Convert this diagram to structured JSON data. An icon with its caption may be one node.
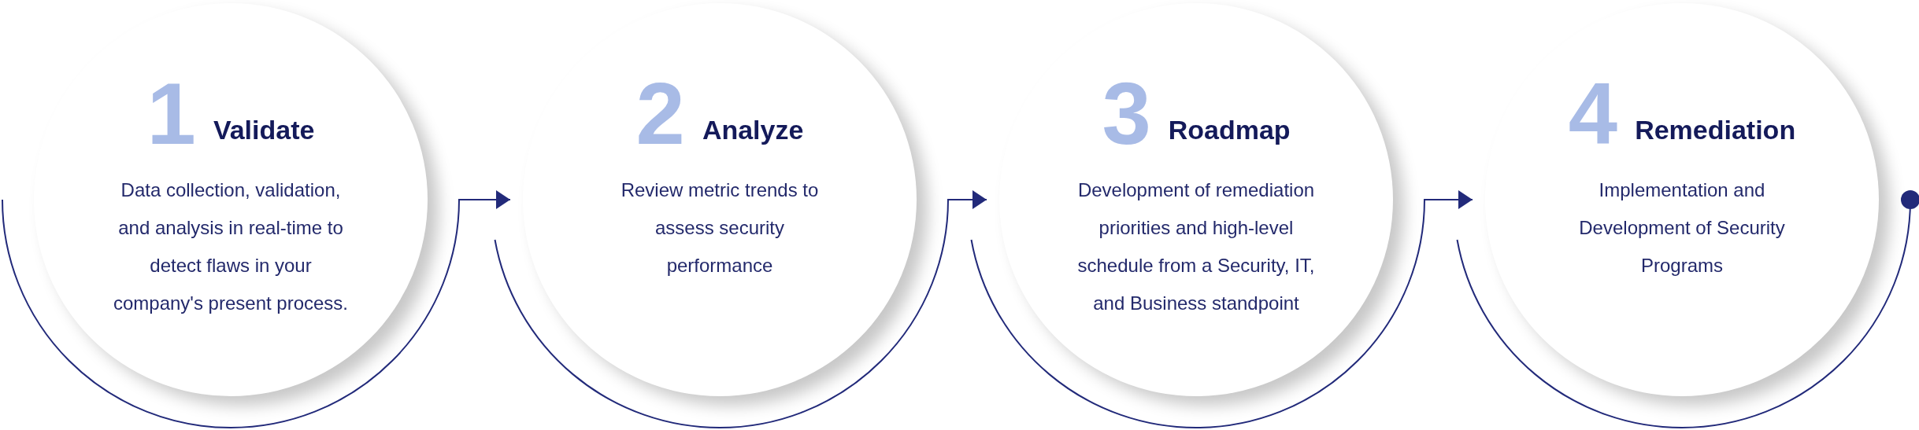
{
  "diagram": {
    "nodes": [
      {
        "text": [
          "1",
          "Validate",
          "Data collection, validation, and analysis in real-time to detect flaws in your company's present process."
        ]
      },
      {
        "text": [
          "2",
          "Analyze",
          "Review metric trends to assess security performance"
        ]
      },
      {
        "text": [
          "3",
          "Roadmap",
          "Development of remediation priorities and high-level schedule from a Security, IT, and Business standpoint"
        ]
      },
      {
        "text": [
          "4",
          "Remediation",
          "Implementation and Development of Security Programs"
        ]
      }
    ],
    "edges": [
      {
        "from": 0,
        "to": 1,
        "arrow": "to"
      },
      {
        "from": 1,
        "to": 2,
        "arrow": "to"
      },
      {
        "from": 2,
        "to": 3,
        "arrow": "to"
      },
      {
        "from": 3,
        "to": null,
        "arrow": "other"
      }
    ]
  }
}
